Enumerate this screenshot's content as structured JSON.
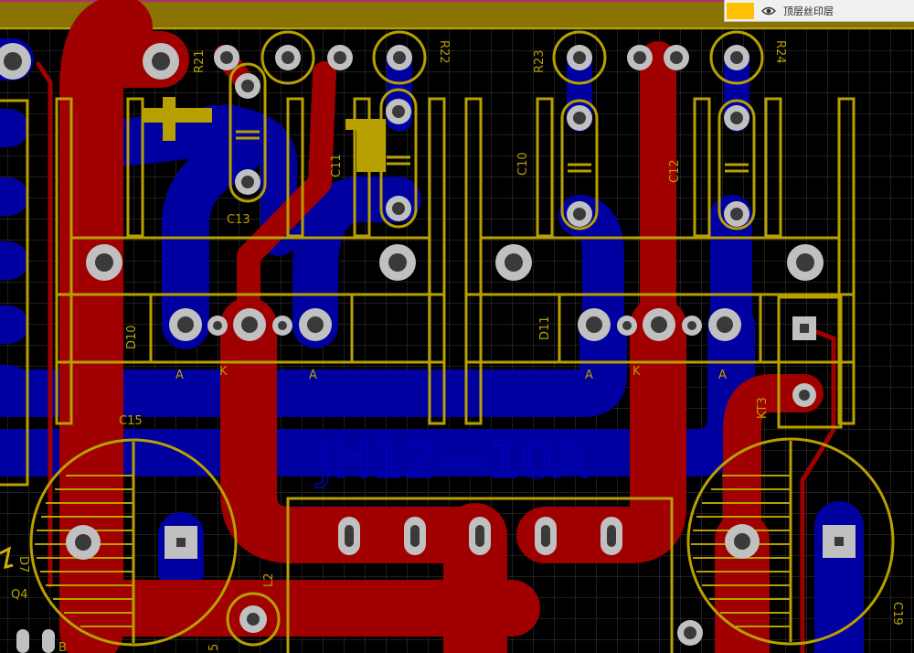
{
  "layer_panel": {
    "swatch_color": "#ffc000",
    "visibility_icon": "eye-icon",
    "layer_name": "顶层丝印层"
  },
  "colors": {
    "background": "#000000",
    "grid": "#3c3c3c",
    "top_copper": "#a00000",
    "bottom_copper": "#0000a0",
    "silkscreen": "#c0a000",
    "pad_ring": "#c0c0c0",
    "pad_hole": "#3a3a3a"
  },
  "board_text": "JH12—10A",
  "labels": {
    "r21": "R21",
    "r22": "R22",
    "r23": "R23",
    "r24": "R24",
    "c10": "C10",
    "c11": "C11",
    "c12": "C12",
    "c13": "C13",
    "c15": "C15",
    "c19": "C19",
    "d10": "D10",
    "d11": "D11",
    "kt3": "KT3",
    "l2": "L2",
    "q4": "Q4",
    "a": "A",
    "k": "K",
    "b": "B",
    "five": "5",
    "d7": "D7"
  }
}
